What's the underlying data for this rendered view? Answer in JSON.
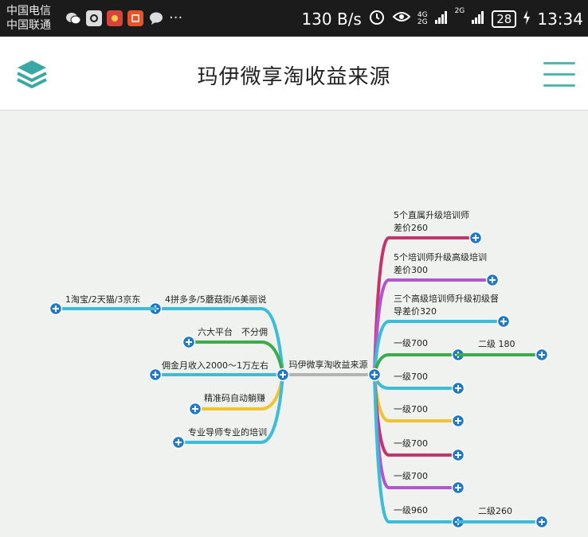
{
  "status_bar": {
    "carrier_1": "中国电信",
    "carrier_2": "中国联通",
    "app_icons": [
      "wechat-icon",
      "app-icon",
      "weibo-icon",
      "taobao-icon",
      "chat-icon"
    ],
    "more": "···",
    "speed": "130 B/s",
    "net_top": "4G",
    "net_bottom": "2G",
    "net2": "2G",
    "battery": "28",
    "time": "13:34"
  },
  "header": {
    "title": "玛伊微享淘收益来源"
  },
  "mindmap": {
    "root": "玛伊微享淘收益来源",
    "left": [
      "4拼多多/5蘑菇街/6美丽说",
      "六大平台　不分佣",
      "佣金月收入2000～1万左右",
      "精准码自动躺赚",
      "专业导师专业的培训"
    ],
    "left_sub": "1淘宝/2天猫/3京东",
    "right": [
      [
        "5个直属升级培训师",
        "差价260"
      ],
      [
        "5个培训师升级高级培训",
        "差价300"
      ],
      [
        "三个高级培训师升级初级督",
        "导差价320"
      ],
      [
        "一级700"
      ],
      [
        "一级700"
      ],
      [
        "一级700"
      ],
      [
        "一级700"
      ],
      [
        "一级700"
      ],
      [
        "一级960"
      ]
    ],
    "right_sub": [
      "二级 180",
      "二级260"
    ],
    "colors": {
      "cyan": "#3dbcd8",
      "green": "#3aad4a",
      "yellow": "#f1c232",
      "red": "#c8326a",
      "purple": "#b156cf",
      "grey": "#b3b3b3",
      "plus": "#1e7ac8"
    }
  }
}
